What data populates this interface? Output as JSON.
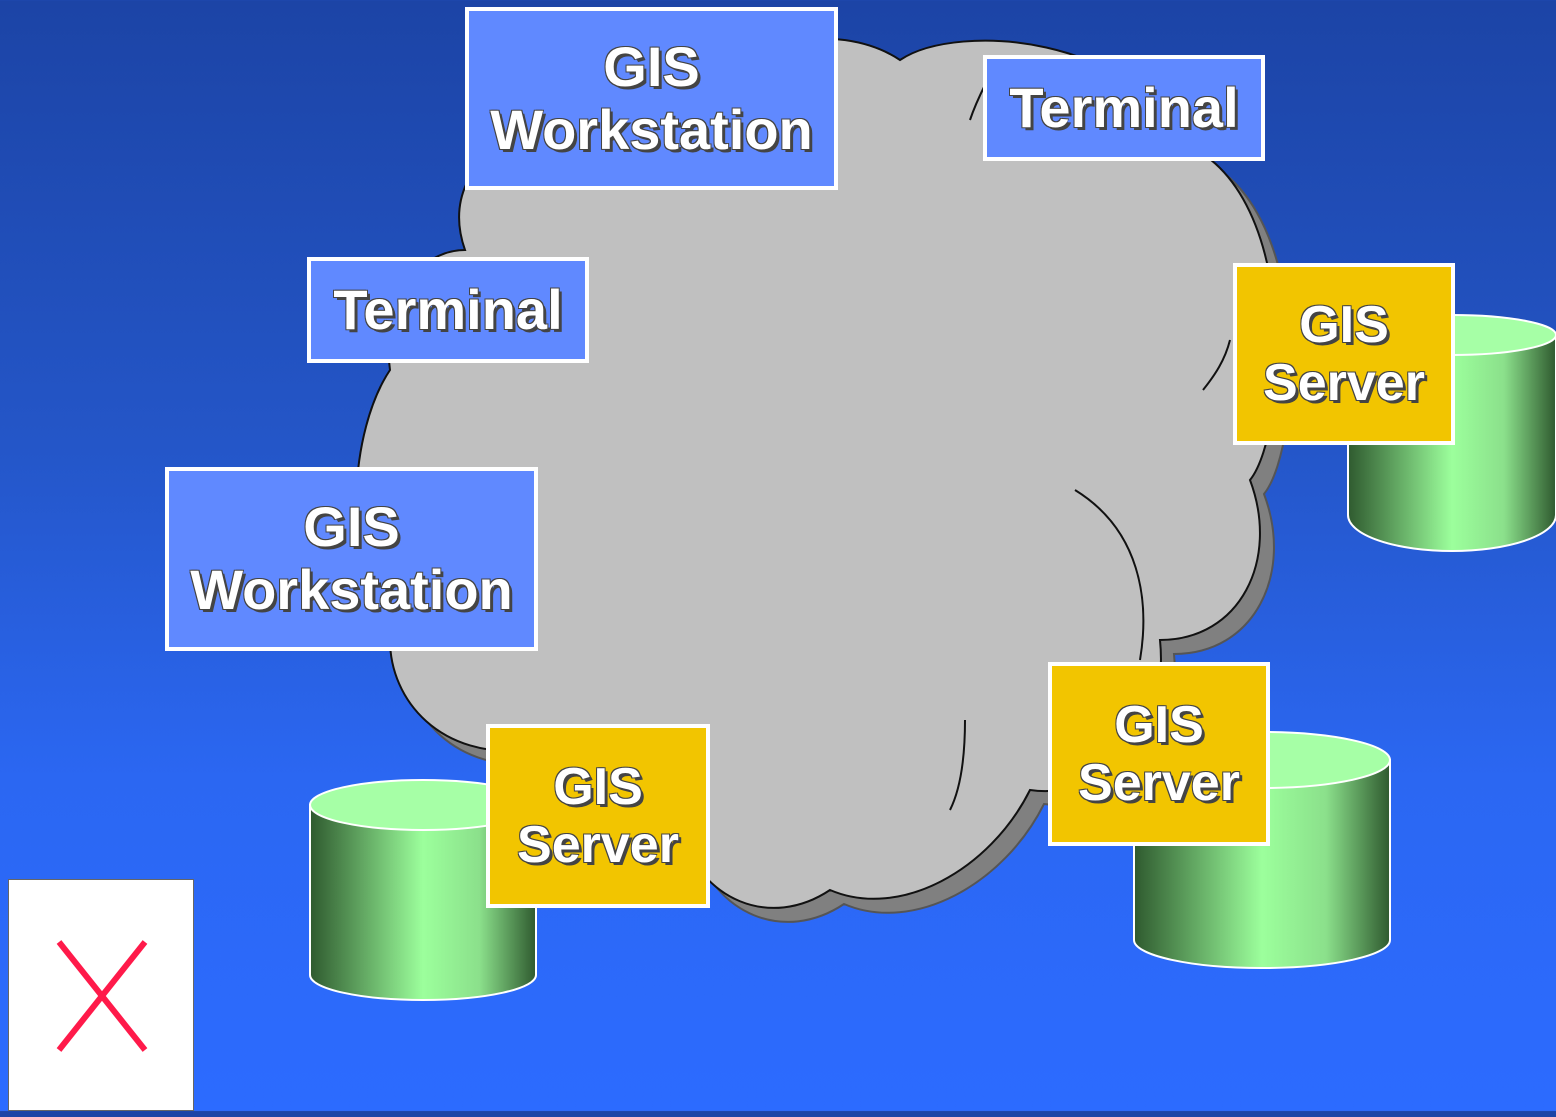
{
  "colors": {
    "background_top": "#1c44a6",
    "background_bottom": "#2c6bff",
    "cloud_fill": "#c0c0c0",
    "cloud_shadow": "#808080",
    "client_box": "#6089ff",
    "server_box": "#f2c500",
    "database_light": "#9cff9c",
    "database_dark": "#2f5a2f",
    "error_mark": "#ff1a4a"
  },
  "nodes": {
    "workstation_top": {
      "line1": "GIS",
      "line2": "Workstation"
    },
    "terminal_top": {
      "label": "Terminal"
    },
    "terminal_left": {
      "label": "Terminal"
    },
    "workstation_left": {
      "line1": "GIS",
      "line2": "Workstation"
    },
    "server_right": {
      "line1": "GIS",
      "line2": "Server"
    },
    "server_bottom_left": {
      "line1": "GIS",
      "line2": "Server"
    },
    "server_bottom_right": {
      "line1": "GIS",
      "line2": "Server"
    }
  },
  "icons": {
    "network": "cloud-icon",
    "database": "database-cylinder-icon",
    "broken_image": "close-icon"
  }
}
